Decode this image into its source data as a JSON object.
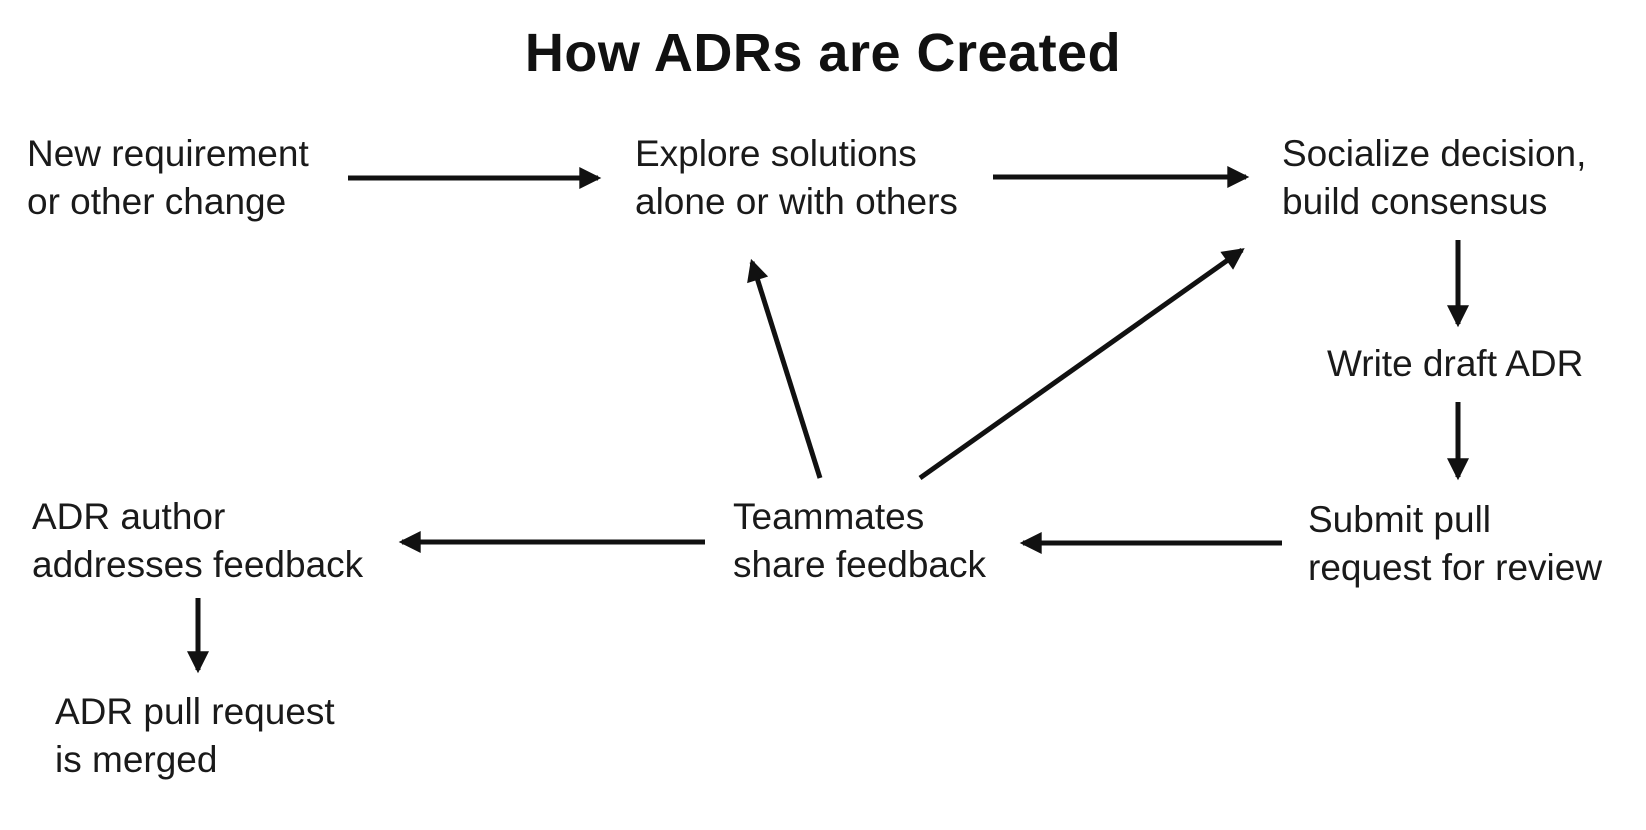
{
  "diagram": {
    "title": "How ADRs are Created",
    "colors": {
      "background": "#ffffff",
      "text": "#1a1a1a",
      "line": "#111111"
    },
    "nodes": [
      {
        "id": "new-requirement",
        "text": "New requirement\nor other change"
      },
      {
        "id": "explore-solutions",
        "text": "Explore solutions\nalone or with others"
      },
      {
        "id": "socialize-decision",
        "text": "Socialize decision,\nbuild consensus"
      },
      {
        "id": "write-draft-adr",
        "text": "Write draft ADR"
      },
      {
        "id": "submit-pull-request",
        "text": "Submit pull\nrequest for review"
      },
      {
        "id": "teammates-share-feedback",
        "text": "Teammates\nshare feedback"
      },
      {
        "id": "adr-author-addresses-feedback",
        "text": "ADR author\naddresses feedback"
      },
      {
        "id": "adr-pull-request-merged",
        "text": "ADR pull request\nis merged"
      }
    ],
    "edges": [
      {
        "from": "new-requirement",
        "to": "explore-solutions"
      },
      {
        "from": "explore-solutions",
        "to": "socialize-decision"
      },
      {
        "from": "socialize-decision",
        "to": "write-draft-adr"
      },
      {
        "from": "write-draft-adr",
        "to": "submit-pull-request"
      },
      {
        "from": "submit-pull-request",
        "to": "teammates-share-feedback"
      },
      {
        "from": "teammates-share-feedback",
        "to": "adr-author-addresses-feedback"
      },
      {
        "from": "teammates-share-feedback",
        "to": "explore-solutions"
      },
      {
        "from": "teammates-share-feedback",
        "to": "socialize-decision"
      },
      {
        "from": "adr-author-addresses-feedback",
        "to": "adr-pull-request-merged"
      }
    ]
  }
}
